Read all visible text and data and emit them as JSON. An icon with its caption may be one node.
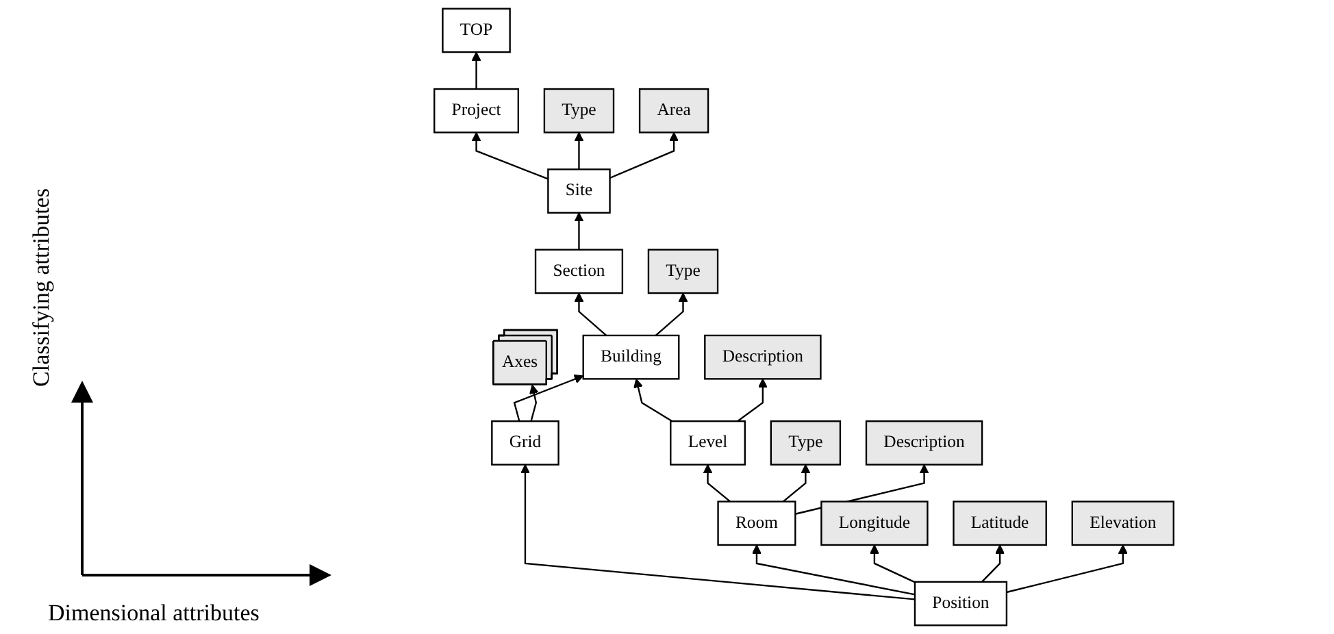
{
  "diagram": {
    "nodes": [
      {
        "text": [
          "TOP"
        ]
      },
      {
        "text": [
          "Project"
        ]
      },
      {
        "text": [
          "Site"
        ]
      },
      {
        "text": [
          "Type"
        ]
      },
      {
        "text": [
          "Area"
        ]
      },
      {
        "text": [
          "Section"
        ]
      },
      {
        "text": [
          "Building"
        ]
      },
      {
        "text": [
          "Type"
        ]
      },
      {
        "text": [
          "Axes"
        ]
      },
      {
        "text": [
          "Level"
        ]
      },
      {
        "text": [
          "Description"
        ]
      },
      {
        "text": [
          "Grid"
        ]
      },
      {
        "text": [
          "Room"
        ]
      },
      {
        "text": [
          "Type"
        ]
      },
      {
        "text": [
          "Description"
        ]
      },
      {
        "text": [
          "Position"
        ]
      },
      {
        "text": [
          "Longitude"
        ]
      },
      {
        "text": [
          "Latitude"
        ]
      },
      {
        "text": [
          "Elevation"
        ]
      }
    ],
    "edges": [
      {
        "from": 1,
        "to": 0,
        "arrow": "to"
      },
      {
        "from": 2,
        "to": 1,
        "arrow": "to"
      },
      {
        "from": 2,
        "to": 3,
        "arrow": "to"
      },
      {
        "from": 2,
        "to": 4,
        "arrow": "to"
      },
      {
        "from": 5,
        "to": 2,
        "arrow": "to"
      },
      {
        "from": 6,
        "to": 5,
        "arrow": "to"
      },
      {
        "from": 6,
        "to": 7,
        "arrow": "to"
      },
      {
        "from": 11,
        "to": 6,
        "arrow": "to"
      },
      {
        "from": 9,
        "to": 6,
        "arrow": "to"
      },
      {
        "from": 11,
        "to": 8,
        "arrow": "to"
      },
      {
        "from": 9,
        "to": 10,
        "arrow": "to"
      },
      {
        "from": 12,
        "to": 9,
        "arrow": "to"
      },
      {
        "from": 12,
        "to": 13,
        "arrow": "to"
      },
      {
        "from": 12,
        "to": 14,
        "arrow": "to"
      },
      {
        "from": 15,
        "to": 11,
        "arrow": "to"
      },
      {
        "from": 15,
        "to": 12,
        "arrow": "to"
      },
      {
        "from": 15,
        "to": 16,
        "arrow": "to"
      },
      {
        "from": 15,
        "to": 17,
        "arrow": "to"
      },
      {
        "from": 15,
        "to": 18,
        "arrow": "to"
      }
    ],
    "labels": [
      "Classifying attributes",
      "Dimensional attributes"
    ]
  }
}
